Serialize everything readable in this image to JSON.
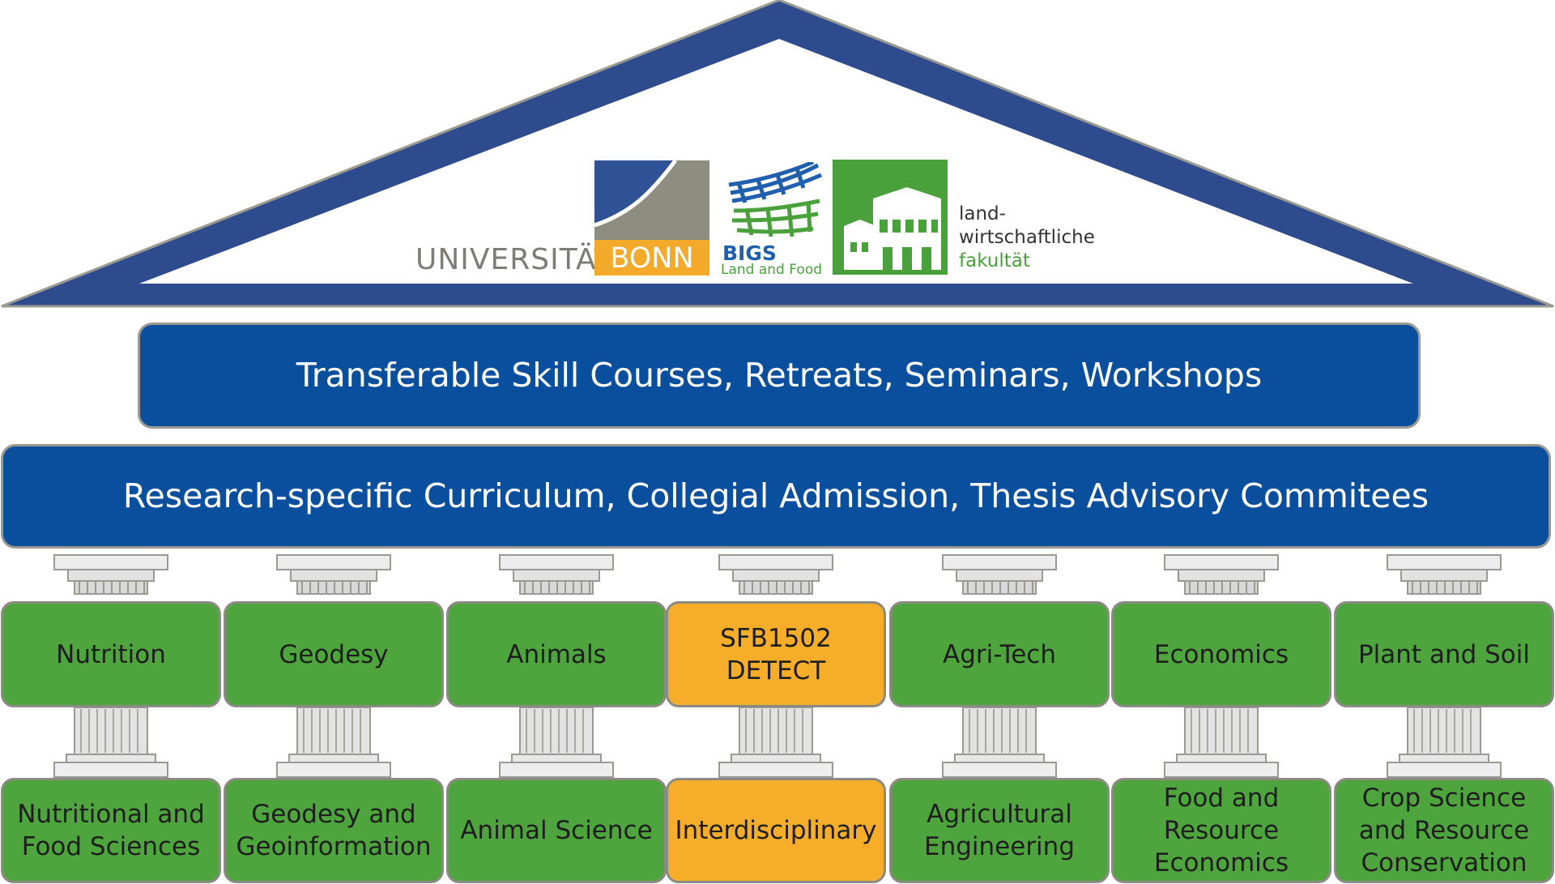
{
  "logos": {
    "university_name": "UNIVERSITÄT",
    "university_city": "BONN",
    "bigs_title": "BIGS",
    "bigs_subtitle": "Land and Food",
    "faculty_line1": "land-",
    "faculty_line2": "wirtschaftliche",
    "faculty_line3": "fakultät"
  },
  "banners": {
    "top": "Transferable Skill Courses, Retreats, Seminars, Workshops",
    "middle": "Research-specific Curriculum, Collegial Admission, Thesis Advisory Commitees"
  },
  "research_areas": [
    "Nutrition",
    "Geodesy",
    "Animals",
    "SFB1502\nDETECT",
    "Agri-Tech",
    "Economics",
    "Plant and Soil"
  ],
  "programs": [
    "Nutritional and\nFood Sciences",
    "Geodesy and\nGeoinformation",
    "Animal Science",
    "Interdisciplinary",
    "Agricultural\nEngineering",
    "Food and\nResource\nEconomics",
    "Crop Science\nand Resource\nConservation"
  ],
  "colors": {
    "roof_blue": "#2e4b8e",
    "banner_blue": "#0a4f9e",
    "green": "#4ea53d",
    "orange": "#f5ad2a",
    "bonn_orange": "#f3a92a",
    "bonn_grey": "#8e8e80",
    "bonn_blue": "#2f5296"
  },
  "highlighted_column": 3
}
